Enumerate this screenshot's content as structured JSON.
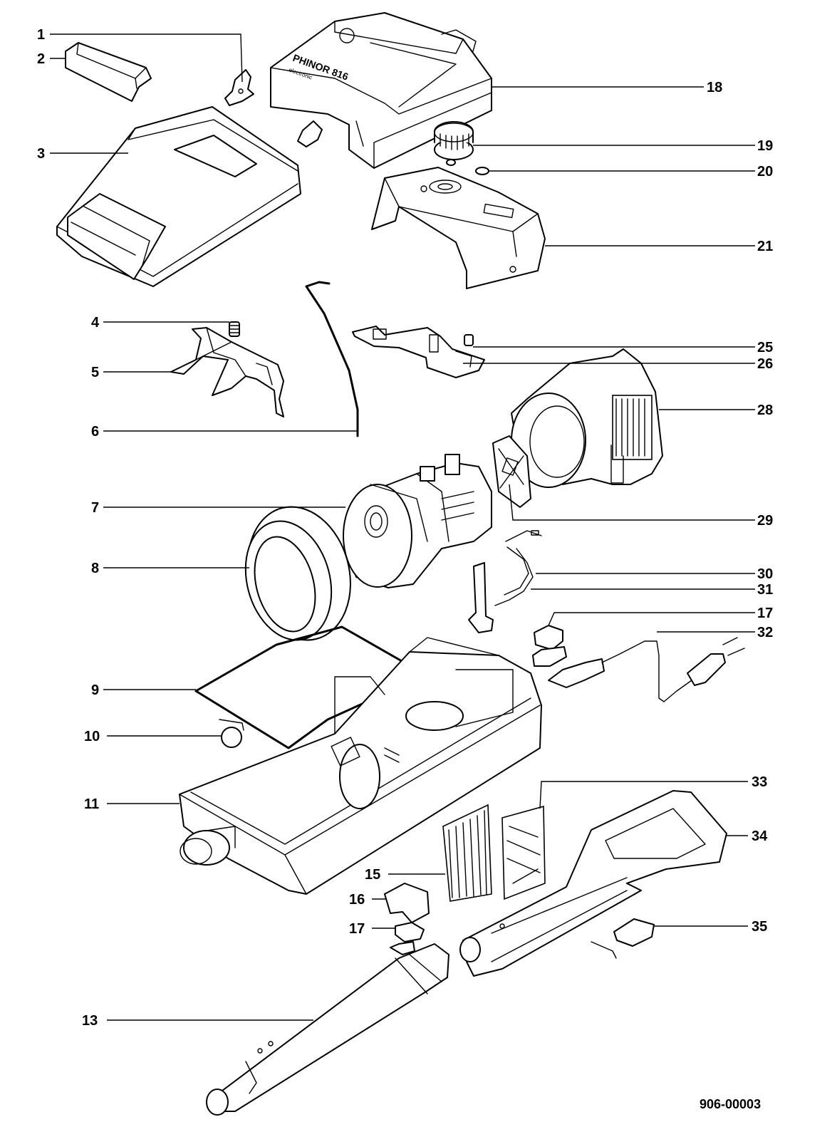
{
  "diagram": {
    "type": "exploded-parts-diagram",
    "drawing_code": "906-00003",
    "brand_text": "PHINOR 816",
    "brand_subtext": "electronic",
    "callouts": [
      {
        "id": "1",
        "label": "1"
      },
      {
        "id": "2",
        "label": "2"
      },
      {
        "id": "3",
        "label": "3"
      },
      {
        "id": "4",
        "label": "4"
      },
      {
        "id": "5",
        "label": "5"
      },
      {
        "id": "6",
        "label": "6"
      },
      {
        "id": "7",
        "label": "7"
      },
      {
        "id": "8",
        "label": "8"
      },
      {
        "id": "9",
        "label": "9"
      },
      {
        "id": "10",
        "label": "10"
      },
      {
        "id": "11",
        "label": "11"
      },
      {
        "id": "13",
        "label": "13"
      },
      {
        "id": "15",
        "label": "15"
      },
      {
        "id": "16",
        "label": "16"
      },
      {
        "id": "17a",
        "label": "17"
      },
      {
        "id": "17b",
        "label": "17"
      },
      {
        "id": "18",
        "label": "18"
      },
      {
        "id": "19",
        "label": "19"
      },
      {
        "id": "20",
        "label": "20"
      },
      {
        "id": "21",
        "label": "21"
      },
      {
        "id": "25",
        "label": "25"
      },
      {
        "id": "26",
        "label": "26"
      },
      {
        "id": "28",
        "label": "28"
      },
      {
        "id": "29",
        "label": "29"
      },
      {
        "id": "30",
        "label": "30"
      },
      {
        "id": "31",
        "label": "31"
      },
      {
        "id": "32",
        "label": "32"
      },
      {
        "id": "33",
        "label": "33"
      },
      {
        "id": "34",
        "label": "34"
      },
      {
        "id": "35",
        "label": "35"
      }
    ]
  }
}
